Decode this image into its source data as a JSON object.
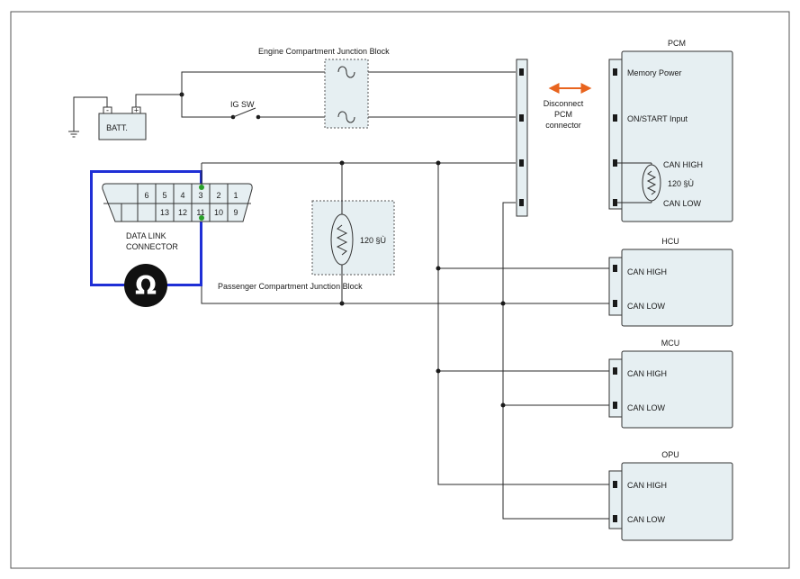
{
  "colors": {
    "module_fill": "#e6eff2",
    "highlight_blue": "#1f2fd6",
    "disconnect_arrow": "#e8641e",
    "probe_dot": "#2aa02a"
  },
  "labels": {
    "engine_jb": "Engine Compartment Junction Block",
    "passenger_jb": "Passenger Compartment Junction Block",
    "batt": "BATT.",
    "ig_sw": "IG SW",
    "batt_minus": "-",
    "batt_plus": "+",
    "disconnect": [
      "Disconnect",
      "PCM",
      "connector"
    ],
    "dlc": [
      "DATA LINK",
      "CONNECTOR"
    ],
    "ohm_symbol": "Ω",
    "resistor_jb": "120 §Ù"
  },
  "dlc_pins": {
    "top": [
      "6",
      "5",
      "4",
      "3",
      "2",
      "1"
    ],
    "bottom": [
      "13",
      "12",
      "11",
      "10",
      "9"
    ]
  },
  "modules": {
    "pcm": {
      "title": "PCM",
      "pins": [
        "Memory Power",
        "ON/START Input",
        "CAN HIGH",
        "CAN LOW"
      ],
      "resistor": "120 §Ù"
    },
    "hcu": {
      "title": "HCU",
      "pins": [
        "CAN HIGH",
        "CAN LOW"
      ]
    },
    "mcu": {
      "title": "MCU",
      "pins": [
        "CAN HIGH",
        "CAN LOW"
      ]
    },
    "opu": {
      "title": "OPU",
      "pins": [
        "CAN HIGH",
        "CAN LOW"
      ]
    }
  }
}
